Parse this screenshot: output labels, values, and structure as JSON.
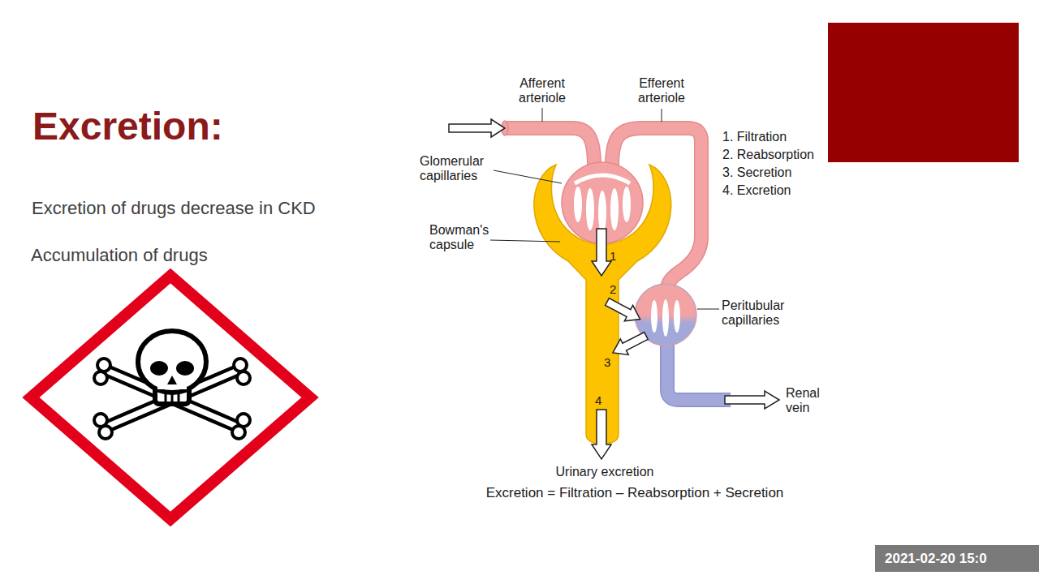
{
  "diagram": {
    "title": "Excretion:",
    "nodes": [
      {
        "text": [
          "2021-02-20 15:0"
        ]
      }
    ],
    "labels": [
      "Excretion of drugs decrease in CKD",
      "Accumulation of drugs",
      "Afferent arteriole",
      "Efferent arteriole",
      "Glomerular capillaries",
      "Bowman's capsule",
      "1. Filtration",
      "2. Reabsorption",
      "3. Secretion",
      "4. Excretion",
      "1",
      "2",
      "3",
      "4",
      "Peritubular capillaries",
      "Renal vein",
      "Urinary excretion",
      "Excretion = Filtration – Reabsorption + Secretion"
    ]
  }
}
